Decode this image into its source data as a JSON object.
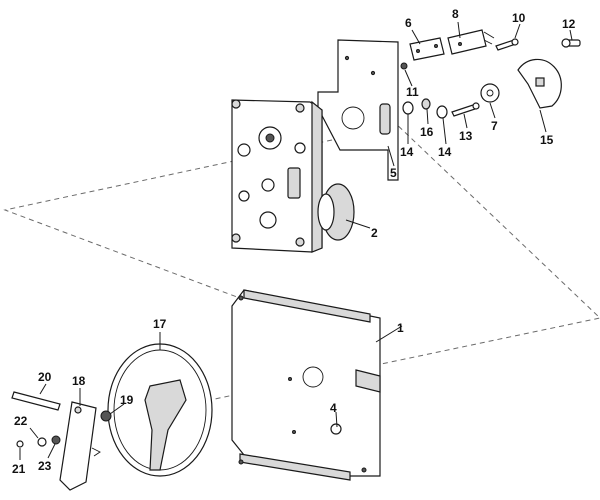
{
  "callouts": {
    "c1": "1",
    "c2": "2",
    "c4": "4",
    "c5": "5",
    "c6": "6",
    "c7": "7",
    "c8": "8",
    "c10": "10",
    "c11": "11",
    "c12": "12",
    "c13": "13",
    "c14a": "14",
    "c14b": "14",
    "c15": "15",
    "c16": "16",
    "c17": "17",
    "c18": "18",
    "c19": "19",
    "c20": "20",
    "c21": "21",
    "c22": "22",
    "c23": "23"
  },
  "colors": {
    "line": "#1a1a1a",
    "shade": "#d9d9d9",
    "dash": "#6a6a6a"
  }
}
